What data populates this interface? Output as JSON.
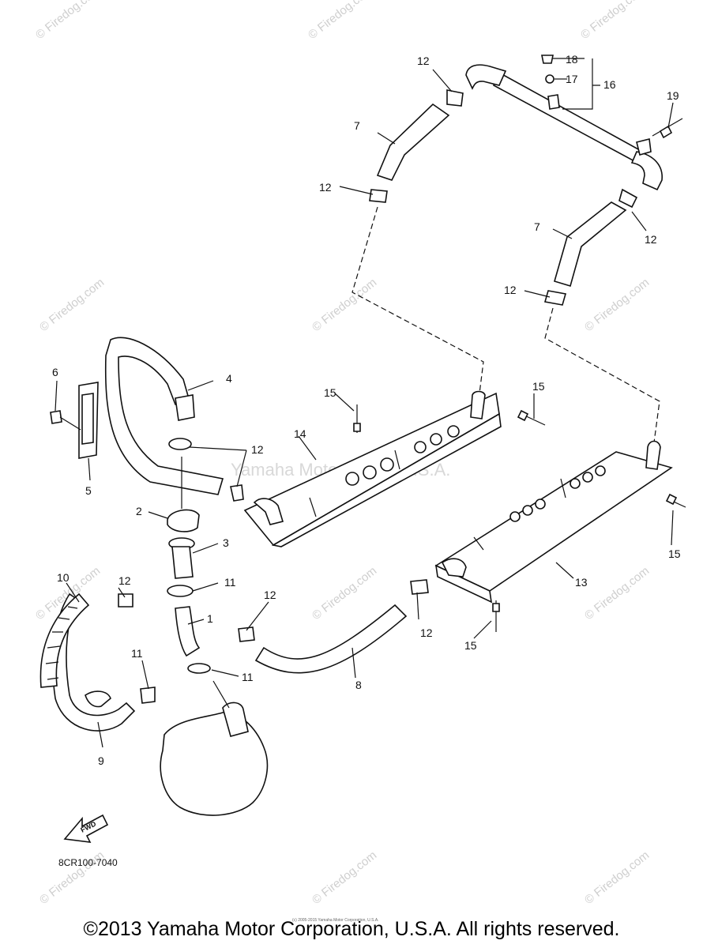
{
  "diagram": {
    "diagram_code": "8CR100-7040",
    "fwd_label": "FWD",
    "ghost_watermark": "Yamaha Motor Corp., U.S.A.",
    "tiny_credit": "(c) 2005-2015 Yamaha Motor Corporation, U.S.A.",
    "watermark_text": "© Firedog.com",
    "copyright": "©2013 Yamaha Motor Corporation, U.S.A. All rights reserved.",
    "callouts": {
      "c1": "1",
      "c2": "2",
      "c3": "3",
      "c4": "4",
      "c5": "5",
      "c6": "6",
      "c7a": "7",
      "c7b": "7",
      "c8": "8",
      "c9": "9",
      "c10": "10",
      "c11a": "11",
      "c11b": "11",
      "c11c": "11",
      "c12a": "12",
      "c12b": "12",
      "c12c": "12",
      "c12d": "12",
      "c12e": "12",
      "c12f": "12",
      "c12g": "12",
      "c12h": "12",
      "c13": "13",
      "c14": "14",
      "c15a": "15",
      "c15b": "15",
      "c15c": "15",
      "c15d": "15",
      "c16": "16",
      "c17": "17",
      "c18": "18",
      "c19": "19"
    }
  }
}
